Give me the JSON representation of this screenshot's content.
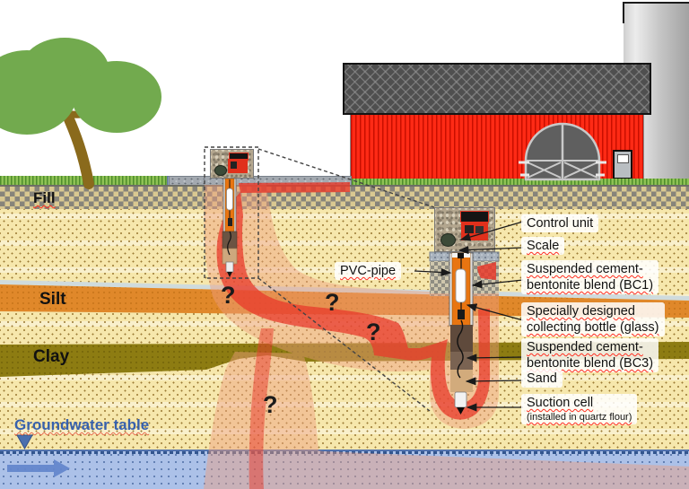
{
  "labels": {
    "fill": "Fill",
    "silt": "Silt",
    "clay": "Clay",
    "groundwater": "Groundwater table",
    "pvc_pipe": "PVC-pipe",
    "control_unit": "Control unit",
    "scale": "Scale",
    "bc1_line1": "Suspended cement-",
    "bc1_line2": "bentonite blend (BC1)",
    "bottle_line1": "Specially designed",
    "bottle_line2": "collecting bottle (glass)",
    "bc3_line1": "Suspended cement-",
    "bc3_line2": "bentonite blend (BC3)",
    "sand": "Sand",
    "suction_line1": "Suction cell",
    "suction_line2": "(installed in quartz flour)"
  },
  "qmarks": [
    "?",
    "?",
    "?",
    "?"
  ],
  "scene": {
    "elements": [
      "tree",
      "barn",
      "silo",
      "grass",
      "concrete-pad",
      "fill-layer",
      "sand-layer",
      "silt-layer",
      "clay-layer",
      "groundwater",
      "contamination-plume",
      "monitoring-well",
      "detail-inset",
      "zoom-callout"
    ]
  },
  "colors": {
    "barn_red": "#fb2516",
    "roof_gray": "#4f4f4f",
    "silo_gray": "#c9c9c9",
    "grass_green": "#7fbb4a",
    "sand_yellow": "#f6e7ac",
    "fill_tan": "#d9c891",
    "silt_orange": "#e0882a",
    "clay_olive": "#8d7c12",
    "water_blue": "#acc1e8",
    "plume_red": "#e8392b",
    "plume_pale": "#f2b79e",
    "groundwater_text_blue": "#3761ad",
    "tree_green": "#72aa4e",
    "trunk_brown": "#8a6a1c",
    "pipe_orange": "#e87511"
  }
}
